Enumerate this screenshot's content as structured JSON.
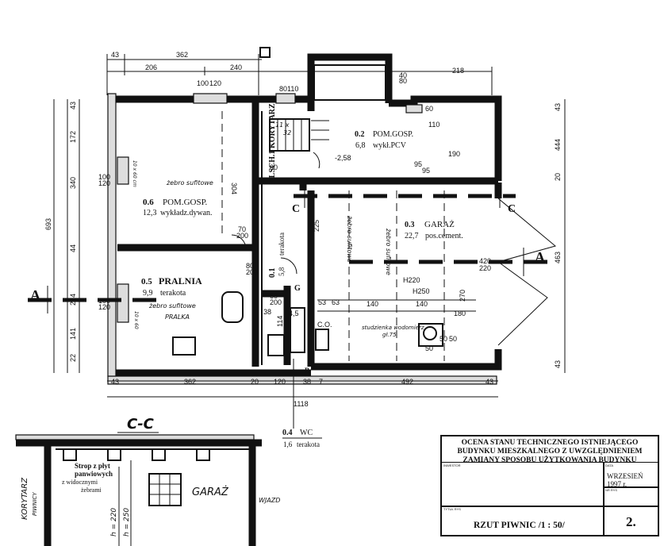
{
  "top_dims": {
    "d43": "43",
    "d362": "362",
    "d206": "206",
    "d240": "240",
    "d218": "218"
  },
  "window_dims": {
    "w100": "100",
    "w120": "120",
    "w80": "80",
    "w110": "110",
    "w40": "40",
    "w80b": "80",
    "w60": "60",
    "w110b": "110"
  },
  "left_dims": {
    "d693": "693",
    "d340": "340",
    "d172": "172",
    "d43": "43",
    "d44": "44",
    "d274": "274",
    "d141": "141",
    "d22": "22",
    "w100": "100",
    "w120": "120",
    "w100b": "100",
    "w120b": "120"
  },
  "right_dims": {
    "d43": "43",
    "d444": "444",
    "d20": "20",
    "d463": "463",
    "d43b": "43"
  },
  "bottom_dims": {
    "d43": "43",
    "d362": "362",
    "d20": "20",
    "d120": "120",
    "d38": "38",
    "d7": "7",
    "d492": "492",
    "d43b": "43",
    "d1118": "1118"
  },
  "rooms": {
    "r06": {
      "num": "0.6",
      "name": "POM.GOSP.",
      "area": "12,3",
      "floor": "wykładz.dywan."
    },
    "r05": {
      "num": "0.5",
      "name": "PRALNIA",
      "area": "9,9",
      "floor": "terakota"
    },
    "r02": {
      "num": "0.2",
      "name": "POM.GOSP.",
      "area": "6,8",
      "floor": "wykł.PCV"
    },
    "r03": {
      "num": "0.3",
      "name": "GARAŻ",
      "area": "22,7",
      "floor": "pos.cement."
    },
    "r01": {
      "num": "0.1",
      "name": "KLSCH.1 KORYTARZ",
      "area": "5,8",
      "floor": "terakota"
    },
    "r04": {
      "num": "0.4",
      "name": "WC",
      "area": "1,6",
      "floor": "terakota"
    }
  },
  "notes": {
    "zebra1": "żebro sufitowe",
    "zebra2": "żebro sufitowe",
    "zebra3": "żebro sufitowe",
    "zebra4": "żebro sufitowe",
    "pralka": "PRALKA",
    "studzienka": "studzienka wodomierz",
    "studzienka2": "gł.75",
    "stairs": "11 x",
    "stairs2": "32",
    "level": "-2,58",
    "h220": "H220",
    "h250": "H250",
    "d304": "304",
    "d225": "225",
    "d70": "70",
    "d200": "200",
    "d80": "80",
    "d200b": "200",
    "d60": "60",
    "d200c": "200",
    "d38": "38",
    "d114": "114",
    "d80b": "80",
    "d190": "190",
    "d95": "95",
    "d95b": "95",
    "d420": "420",
    "d220": "220",
    "d53": "53",
    "d63": "63",
    "d140": "140",
    "d140b": "140",
    "d270": "270",
    "d180": "180",
    "d50": "50",
    "d50b": "50",
    "d50c": "50",
    "co": "C.O.",
    "g": "G",
    "b": "B",
    "wc_small": "4,5",
    "window_lbl1": "10 x 60 cm",
    "window_lbl2": "10 x 60"
  },
  "sections": {
    "a_left": "A",
    "a_right": "A",
    "c_left": "C",
    "c_right": "C"
  },
  "section_cc": {
    "title": "C-C",
    "scale": "1 : 50",
    "korytarz": "KORYTARZ",
    "piwnicy": "PIWNICY",
    "strop": "Strop z płyt",
    "strop2": "panwiowych",
    "strop3": "z widocznymi",
    "strop4": "żebrami",
    "h220": "h = 220",
    "h250": "h = 250",
    "garaz": "GARAŻ",
    "wjazd": "WJAZD"
  },
  "title_block": {
    "heading": "OCENA STANU TECHNICZNEGO ISTNIEJĄCEGO BUDYNKU MIESZKALNEGO Z UWZGLĘDNIENIEM ZAMIANY SPOSOBU UŻYTKOWANIA BUDYNKU",
    "label_inwestor": "INWESTOR",
    "label_data": "DATA",
    "date": "WRZESIEŃ 1997 r.",
    "label_nr": "NR RYS",
    "label_tytul": "TYTUŁ RYS",
    "drawing_title": "RZUT PIWNIC   /1 : 50/",
    "sheet": "2."
  }
}
